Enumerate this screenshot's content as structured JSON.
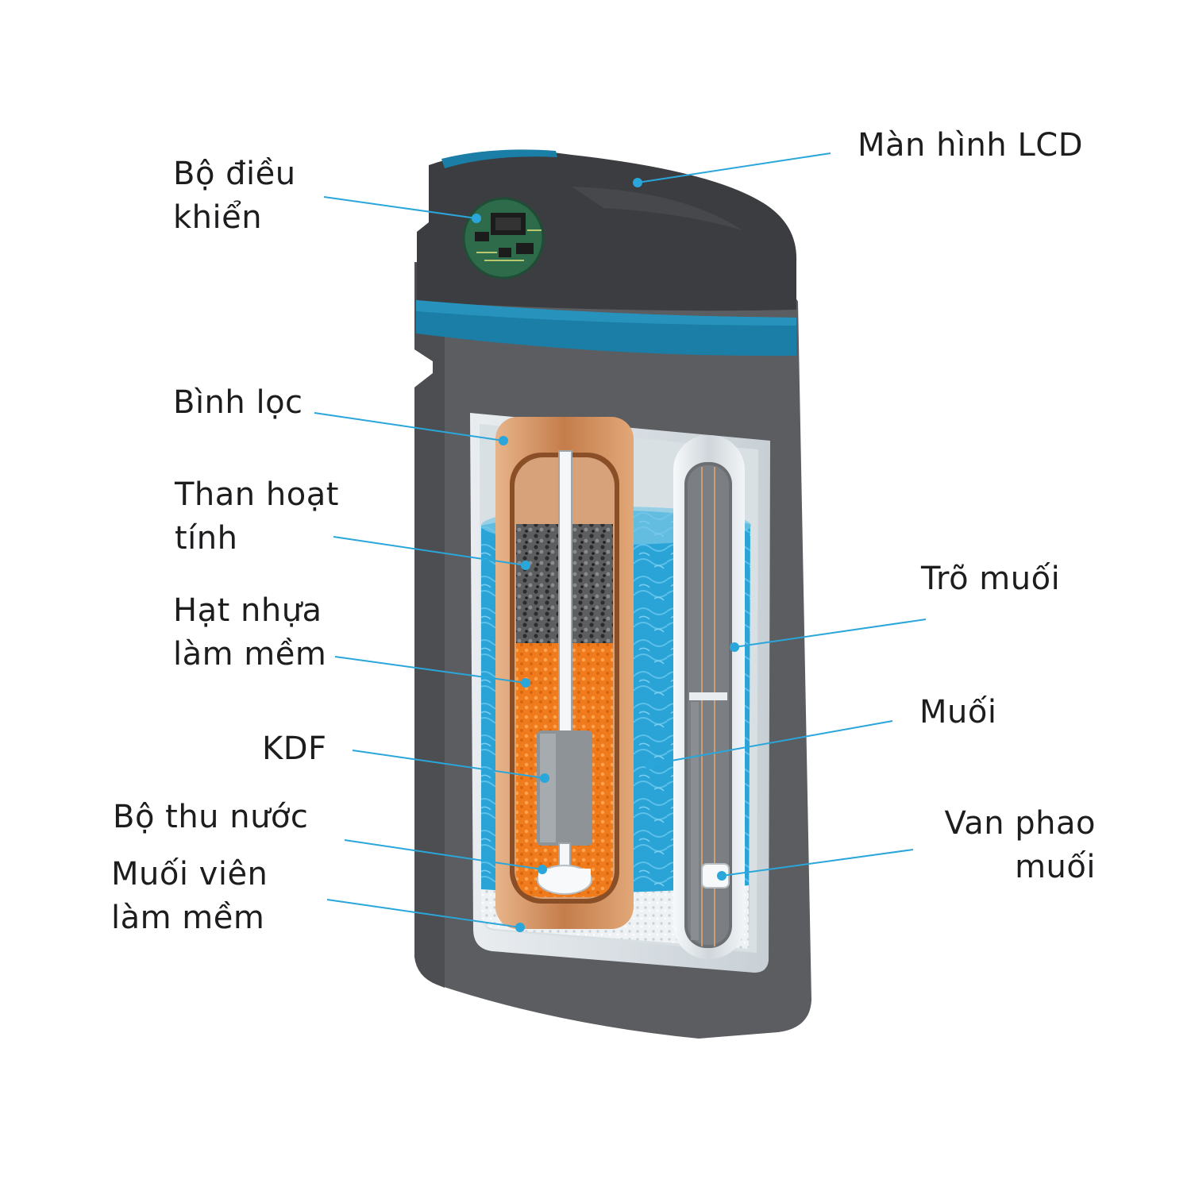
{
  "colors": {
    "body": "#5b5d60",
    "cap": "#3d3f42",
    "accent": "#1b7ea6",
    "water": "#2da7d9",
    "leader": "#2aa6db",
    "copper": "#c98a5a",
    "resin": "#f07d1e",
    "carbon": "#565656",
    "salt": "#e9eef2"
  },
  "labels": {
    "lcd": "Màn hình LCD",
    "controller": [
      "Bộ điều",
      "khiển"
    ],
    "tank": "Bình lọc",
    "carbon": [
      "Than hoạt",
      "tính"
    ],
    "resin": [
      "Hạt nhựa",
      "làm mềm"
    ],
    "kdf": "KDF",
    "collector": "Bộ thu nước",
    "salt_pellets": [
      "Muối viên",
      "làm mềm"
    ],
    "brine_well": "Trõ muối",
    "salt": "Muối",
    "float_valve": [
      "Van phao",
      "muối"
    ]
  }
}
